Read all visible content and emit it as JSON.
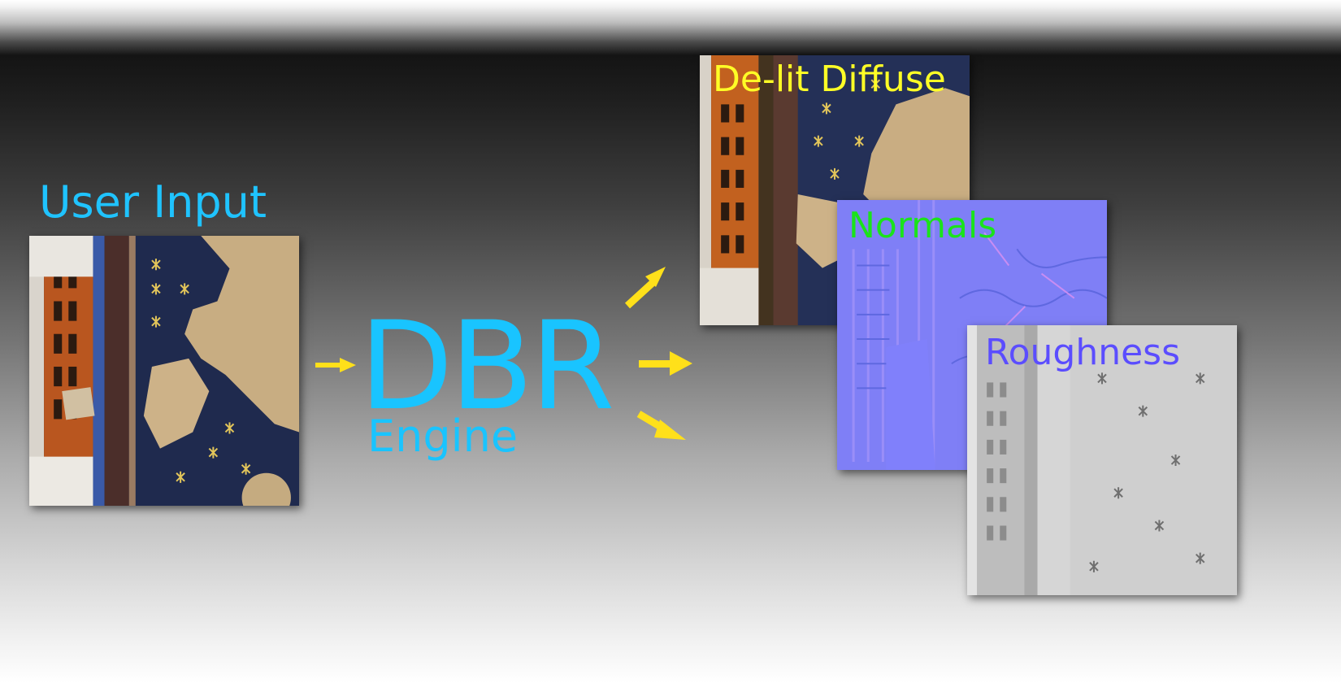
{
  "input": {
    "label": "User Input"
  },
  "engine": {
    "name": "DBR",
    "subtitle": "Engine"
  },
  "outputs": [
    {
      "label": "De-lit Diffuse",
      "color": "#ffff26"
    },
    {
      "label": "Normals",
      "color": "#1be31b"
    },
    {
      "label": "Roughness",
      "color": "#5b4dff"
    }
  ],
  "colors": {
    "accent": "#19c4ff",
    "arrow": "#ffe01a"
  }
}
